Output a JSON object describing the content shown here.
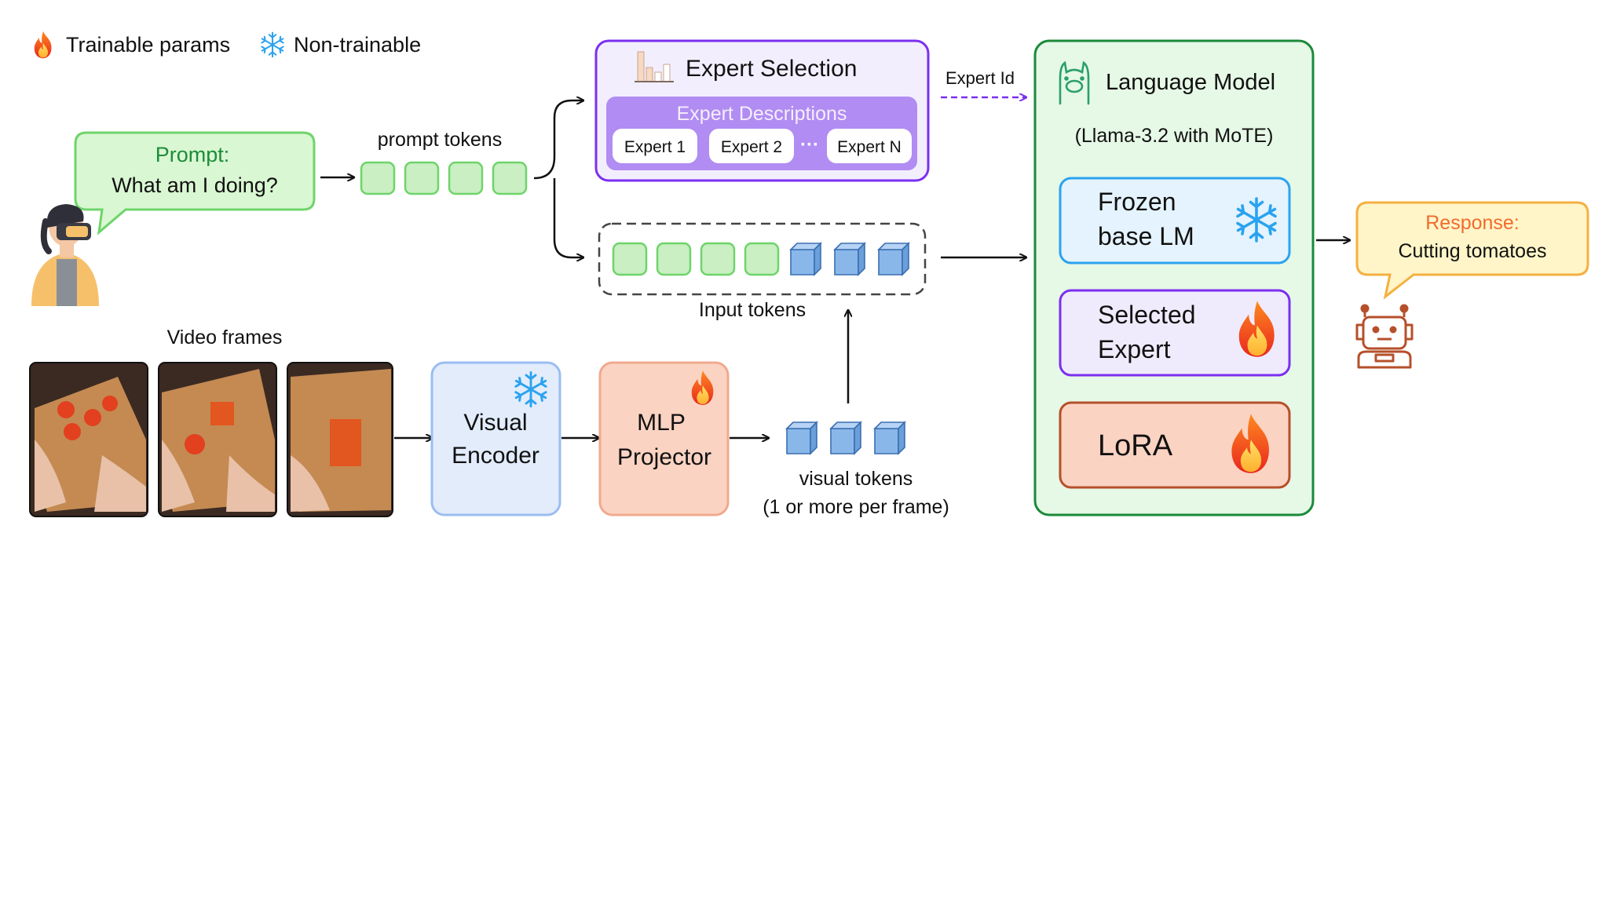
{
  "legend": {
    "trainable_label": "Trainable params",
    "non_trainable_label": "Non-trainable",
    "trainable_icon": "fire-icon",
    "non_trainable_icon": "snowflake-icon"
  },
  "prompt": {
    "title": "Prompt:",
    "text": "What am I doing?"
  },
  "labels": {
    "prompt_tokens": "prompt tokens",
    "input_tokens": "Input tokens",
    "video_frames": "Video frames",
    "visual_tokens": "visual tokens",
    "visual_tokens_note": "(1 or more per frame)",
    "expert_id": "Expert Id"
  },
  "expert_selection": {
    "title": "Expert Selection",
    "descriptions_title": "Expert Descriptions",
    "experts": [
      "Expert 1",
      "Expert 2",
      "Expert N"
    ],
    "ellipsis": "···"
  },
  "visual_encoder": {
    "line1": "Visual",
    "line2": "Encoder"
  },
  "mlp_projector": {
    "line1": "MLP",
    "line2": "Projector"
  },
  "language_model": {
    "title": "Language Model",
    "subtitle": "(Llama-3.2 with MoTE)",
    "blocks": {
      "frozen_line1": "Frozen",
      "frozen_line2": "base LM",
      "selected_line1": "Selected",
      "selected_line2": "Expert",
      "lora": "LoRA"
    }
  },
  "response": {
    "title": "Response:",
    "text": "Cutting tomatoes"
  },
  "colors": {
    "green_fill": "#d9f7d2",
    "green_stroke": "#6fd46a",
    "purple_stroke": "#7b2ff0",
    "purple_fill": "#f3eefe",
    "purple_inner": "#b18cf2",
    "blue_fill": "#e2ecfb",
    "blue_stroke": "#9bbdf2",
    "peach_fill": "#fbd3c2",
    "peach_stroke": "#f0a98e",
    "lm_fill": "#e6f8e6",
    "lm_stroke": "#1a8a3a",
    "response_fill": "#fff5c8",
    "response_stroke": "#f5b041",
    "response_title": "#f26b2e",
    "prompt_title": "#1c8c3a",
    "expert_id_arrow": "#7b2ff0"
  }
}
